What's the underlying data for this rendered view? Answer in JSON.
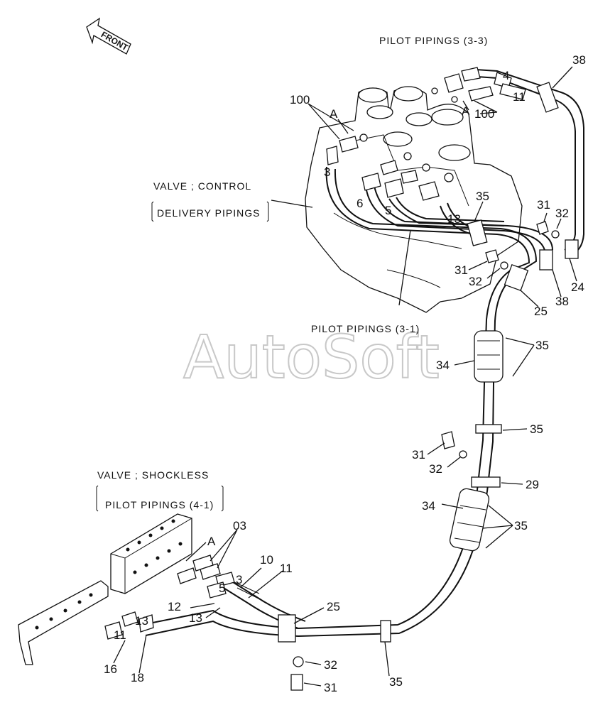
{
  "watermark": "AutoSoft",
  "front_label": "FRONT",
  "captions": {
    "pilot_3_3": "PILOT  PIPINGS (3-3)",
    "pilot_3_1": "PILOT  PIPINGS (3-1)",
    "valve_control": "VALVE ; CONTROL",
    "delivery_pipings": "DELIVERY  PIPINGS",
    "valve_shockless": "VALVE ; SHOCKLESS",
    "pilot_4_1": "PILOT  PIPINGS (4-1)"
  },
  "callouts": {
    "c38_top": "38",
    "c100_left": "100",
    "c100_right": "100",
    "cA_left": "A",
    "cA_right": "A",
    "cA_bottom": "A",
    "c4_top": "4",
    "c11_top": "11",
    "c3_valve": "3",
    "c6": "6",
    "c5_valve": "5",
    "c13_valve": "13",
    "c35_a": "35",
    "c31_a": "31",
    "c32_a": "32",
    "c31_b": "31",
    "c32_b": "32",
    "c24": "24",
    "c38_mid": "38",
    "c25_mid": "25",
    "c35_b": "35",
    "c34_a": "34",
    "c35_c": "35",
    "c31_c": "31",
    "c32_c": "32",
    "c29": "29",
    "c34_b": "34",
    "c35_d": "35",
    "c03": "03",
    "c10": "10",
    "c11_low": "11",
    "c3_low": "3",
    "c5_low": "5",
    "c12": "12",
    "c13_low_a": "13",
    "c13_low_b": "13",
    "c11_mani": "11",
    "c25_low": "25",
    "c16": "16",
    "c18": "18",
    "c32_d": "32",
    "c31_d": "31",
    "c35_e": "35"
  }
}
